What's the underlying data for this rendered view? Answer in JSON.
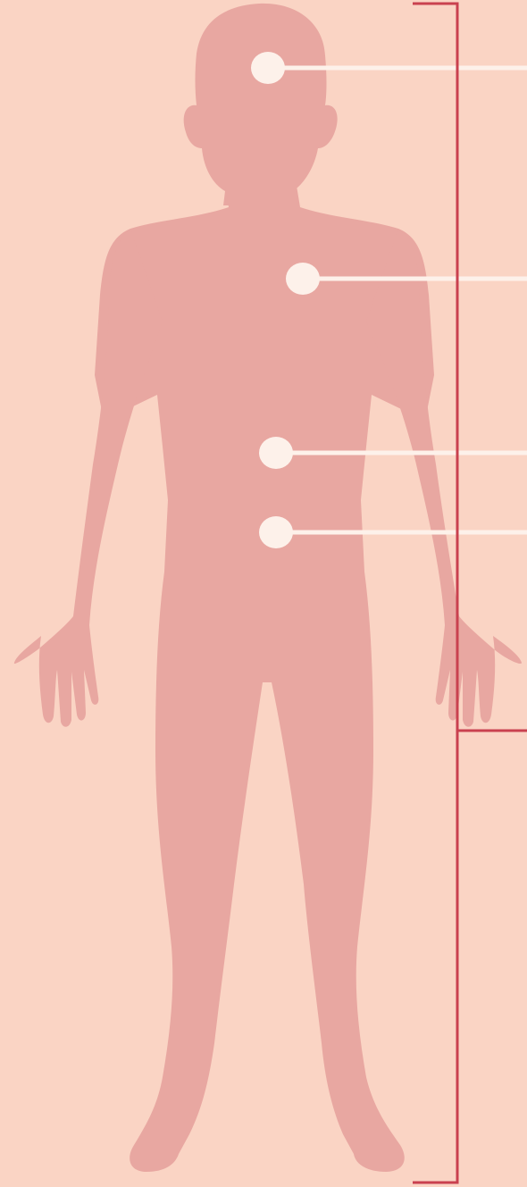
{
  "colors": {
    "background": "#fad4c4",
    "body": "#e8a7a1",
    "marker": "#fdf1ea",
    "leader_line": "#fdf1ea",
    "bracket": "#c9414f"
  },
  "diagram": {
    "type": "anatomy-infographic",
    "figure": "human-body-silhouette",
    "markers": [
      {
        "id": "head",
        "region": "head"
      },
      {
        "id": "chest",
        "region": "chest"
      },
      {
        "id": "abdomen",
        "region": "abdomen"
      },
      {
        "id": "lower-abdomen",
        "region": "lower-abdomen"
      }
    ],
    "brackets": [
      {
        "id": "upper-body-bracket",
        "span": "head-to-hands"
      },
      {
        "id": "full-body-bracket",
        "span": "head-to-feet"
      }
    ]
  }
}
